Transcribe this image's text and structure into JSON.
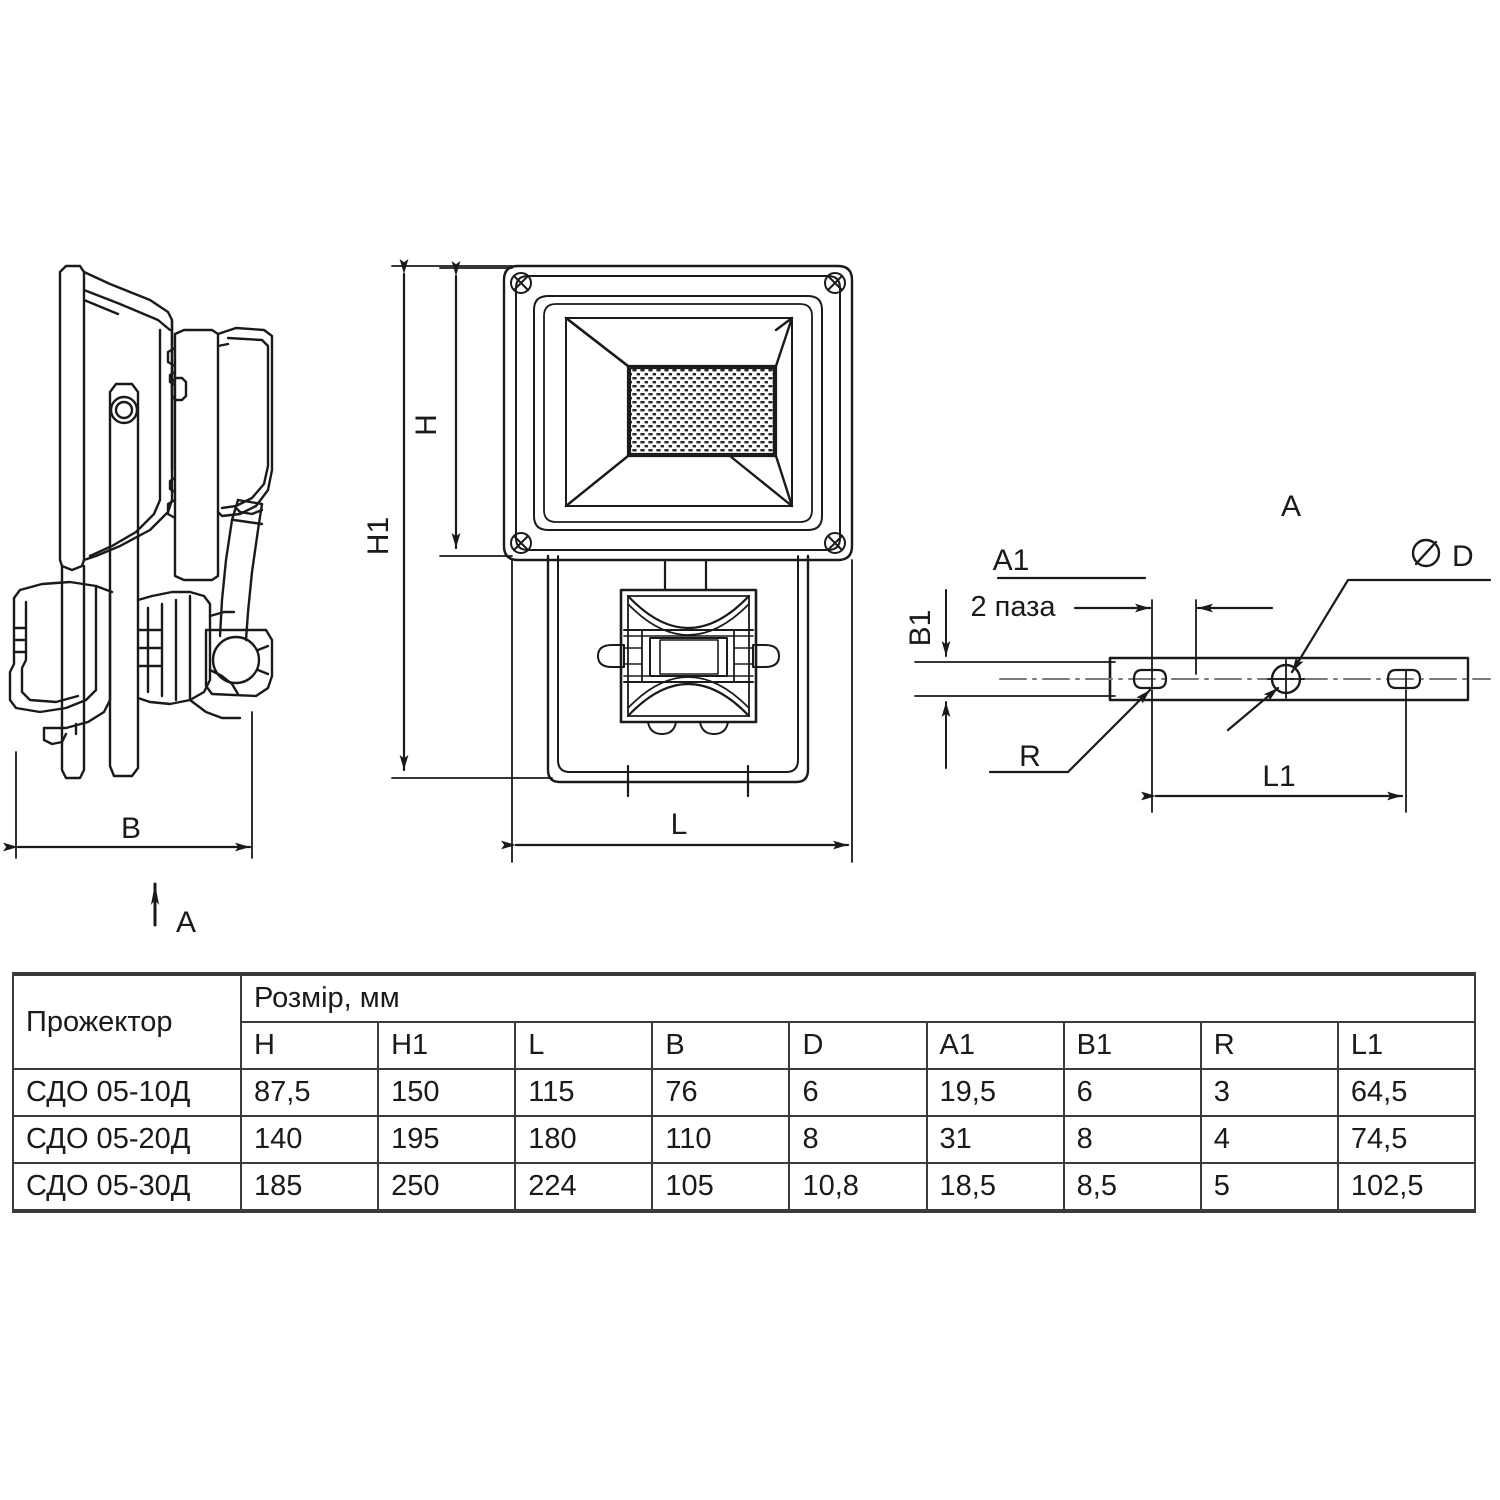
{
  "drawing": {
    "views": {
      "side_view": {
        "name": "side-view-floodlight",
        "dimension_label_width": "B",
        "view_direction_label": "A"
      },
      "front_view": {
        "name": "front-view-floodlight",
        "dimension_label_height_fixture": "H",
        "dimension_label_height_total": "H1",
        "dimension_label_length": "L"
      },
      "detail_view": {
        "name": "detail-view-bracket",
        "view_label": "A",
        "label_slot_offset": "A1",
        "label_slot_note": "2 паза",
        "label_bar_thickness": "B1",
        "label_slot_radius": "R",
        "label_hole_diameter": "⌀ D",
        "label_hole_spacing": "L1"
      }
    },
    "colors": {
      "line": "#1a1a1a",
      "background": "#ffffff",
      "grille": "#2b2b2b"
    }
  },
  "table": {
    "header_product": "Прожектор",
    "header_size_group": "Розмір, мм",
    "dimension_columns": [
      "H",
      "H1",
      "L",
      "B",
      "D",
      "A1",
      "B1",
      "R",
      "L1"
    ],
    "rows": [
      {
        "product": "СДО 05-10Д",
        "values": [
          "87,5",
          "150",
          "115",
          "76",
          "6",
          "19,5",
          "6",
          "3",
          "64,5"
        ]
      },
      {
        "product": "СДО 05-20Д",
        "values": [
          "140",
          "195",
          "180",
          "110",
          "8",
          "31",
          "8",
          "4",
          "74,5"
        ]
      },
      {
        "product": "СДО 05-30Д",
        "values": [
          "185",
          "250",
          "224",
          "105",
          "10,8",
          "18,5",
          "8,5",
          "5",
          "102,5"
        ]
      }
    ]
  }
}
